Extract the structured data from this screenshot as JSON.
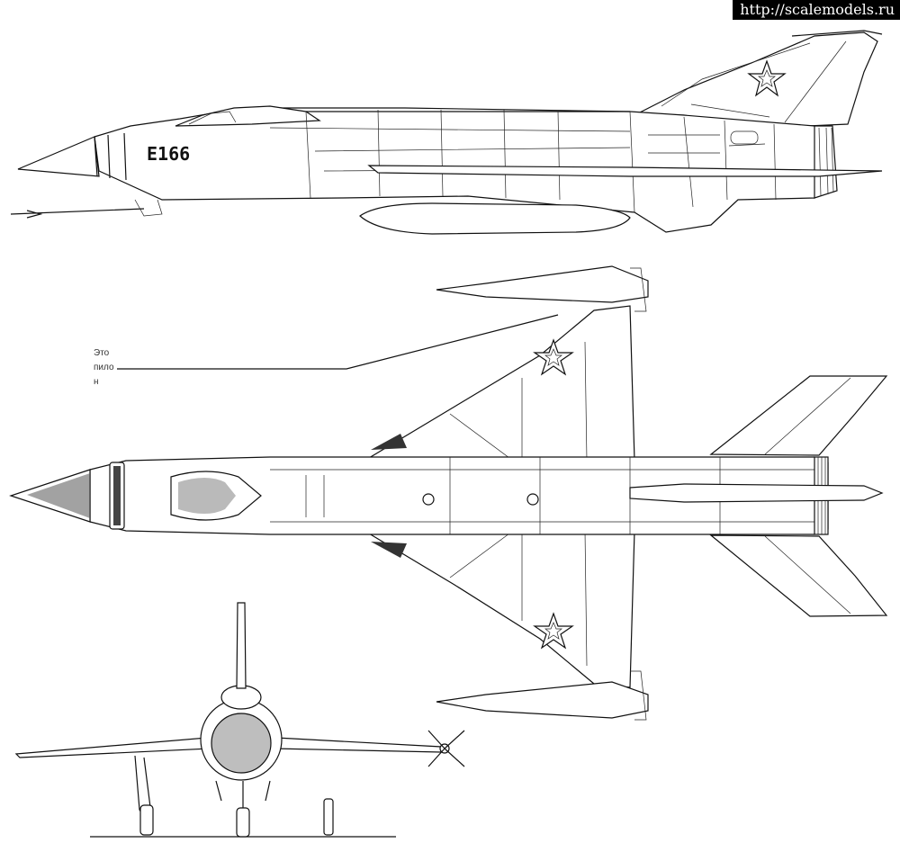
{
  "banner": {
    "url": "http://scalemodels.ru"
  },
  "annotation": {
    "text": "Это\nпило\nн"
  },
  "side_view": {
    "side_number": "E166"
  },
  "colors": {
    "ink": "#111111",
    "paper": "#ffffff",
    "banner_bg": "#000000",
    "banner_text": "#ffffff"
  }
}
